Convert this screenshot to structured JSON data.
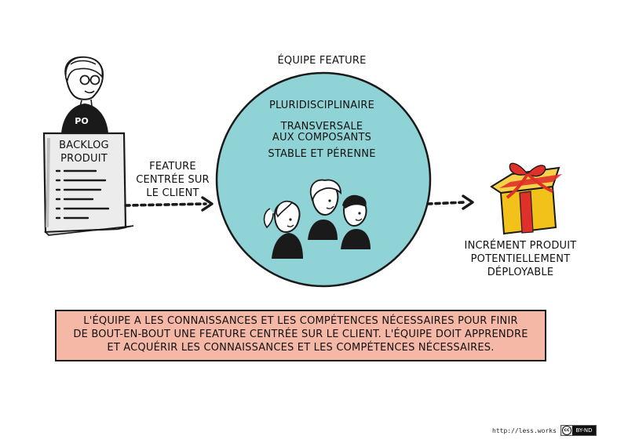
{
  "team": {
    "title": "ÉQUIPE FEATURE",
    "traits": [
      "PLURIDISCIPLINAIRE",
      "TRANSVERSALE",
      "AUX COMPOSANTS",
      "STABLE ET PÉRENNE"
    ],
    "circle_color": "#8fd3d6"
  },
  "product_owner": {
    "badge": "PO"
  },
  "backlog": {
    "title_line1": "BACKLOG",
    "title_line2": "PRODUIT"
  },
  "flow_in": {
    "line1": "FEATURE",
    "line2": "CENTRÉE SUR",
    "line3": "LE CLIENT"
  },
  "output": {
    "line1": "INCRÉMENT PRODUIT",
    "line2": "POTENTIELLEMENT",
    "line3": "DÉPLOYABLE"
  },
  "summary": {
    "lines": [
      "L'ÉQUIPE A LES CONNAISSANCES ET LES COMPÉTENCES NÉCESSAIRES POUR FINIR",
      "DE BOUT-EN-BOUT UNE FEATURE CENTRÉE SUR LE CLIENT. L'ÉQUIPE DOIT APPRENDRE",
      "ET ACQUÉRIR LES CONNAISSANCES ET LES COMPÉTENCES NÉCESSAIRES."
    ],
    "box_color": "#f6b8a6"
  },
  "footer": {
    "link": "http://less.works",
    "license_icon": "cc-icon",
    "license": "BY-ND"
  },
  "colors": {
    "gift_box": "#f2c21a",
    "gift_ribbon": "#e0302a",
    "document": "#ececec"
  }
}
